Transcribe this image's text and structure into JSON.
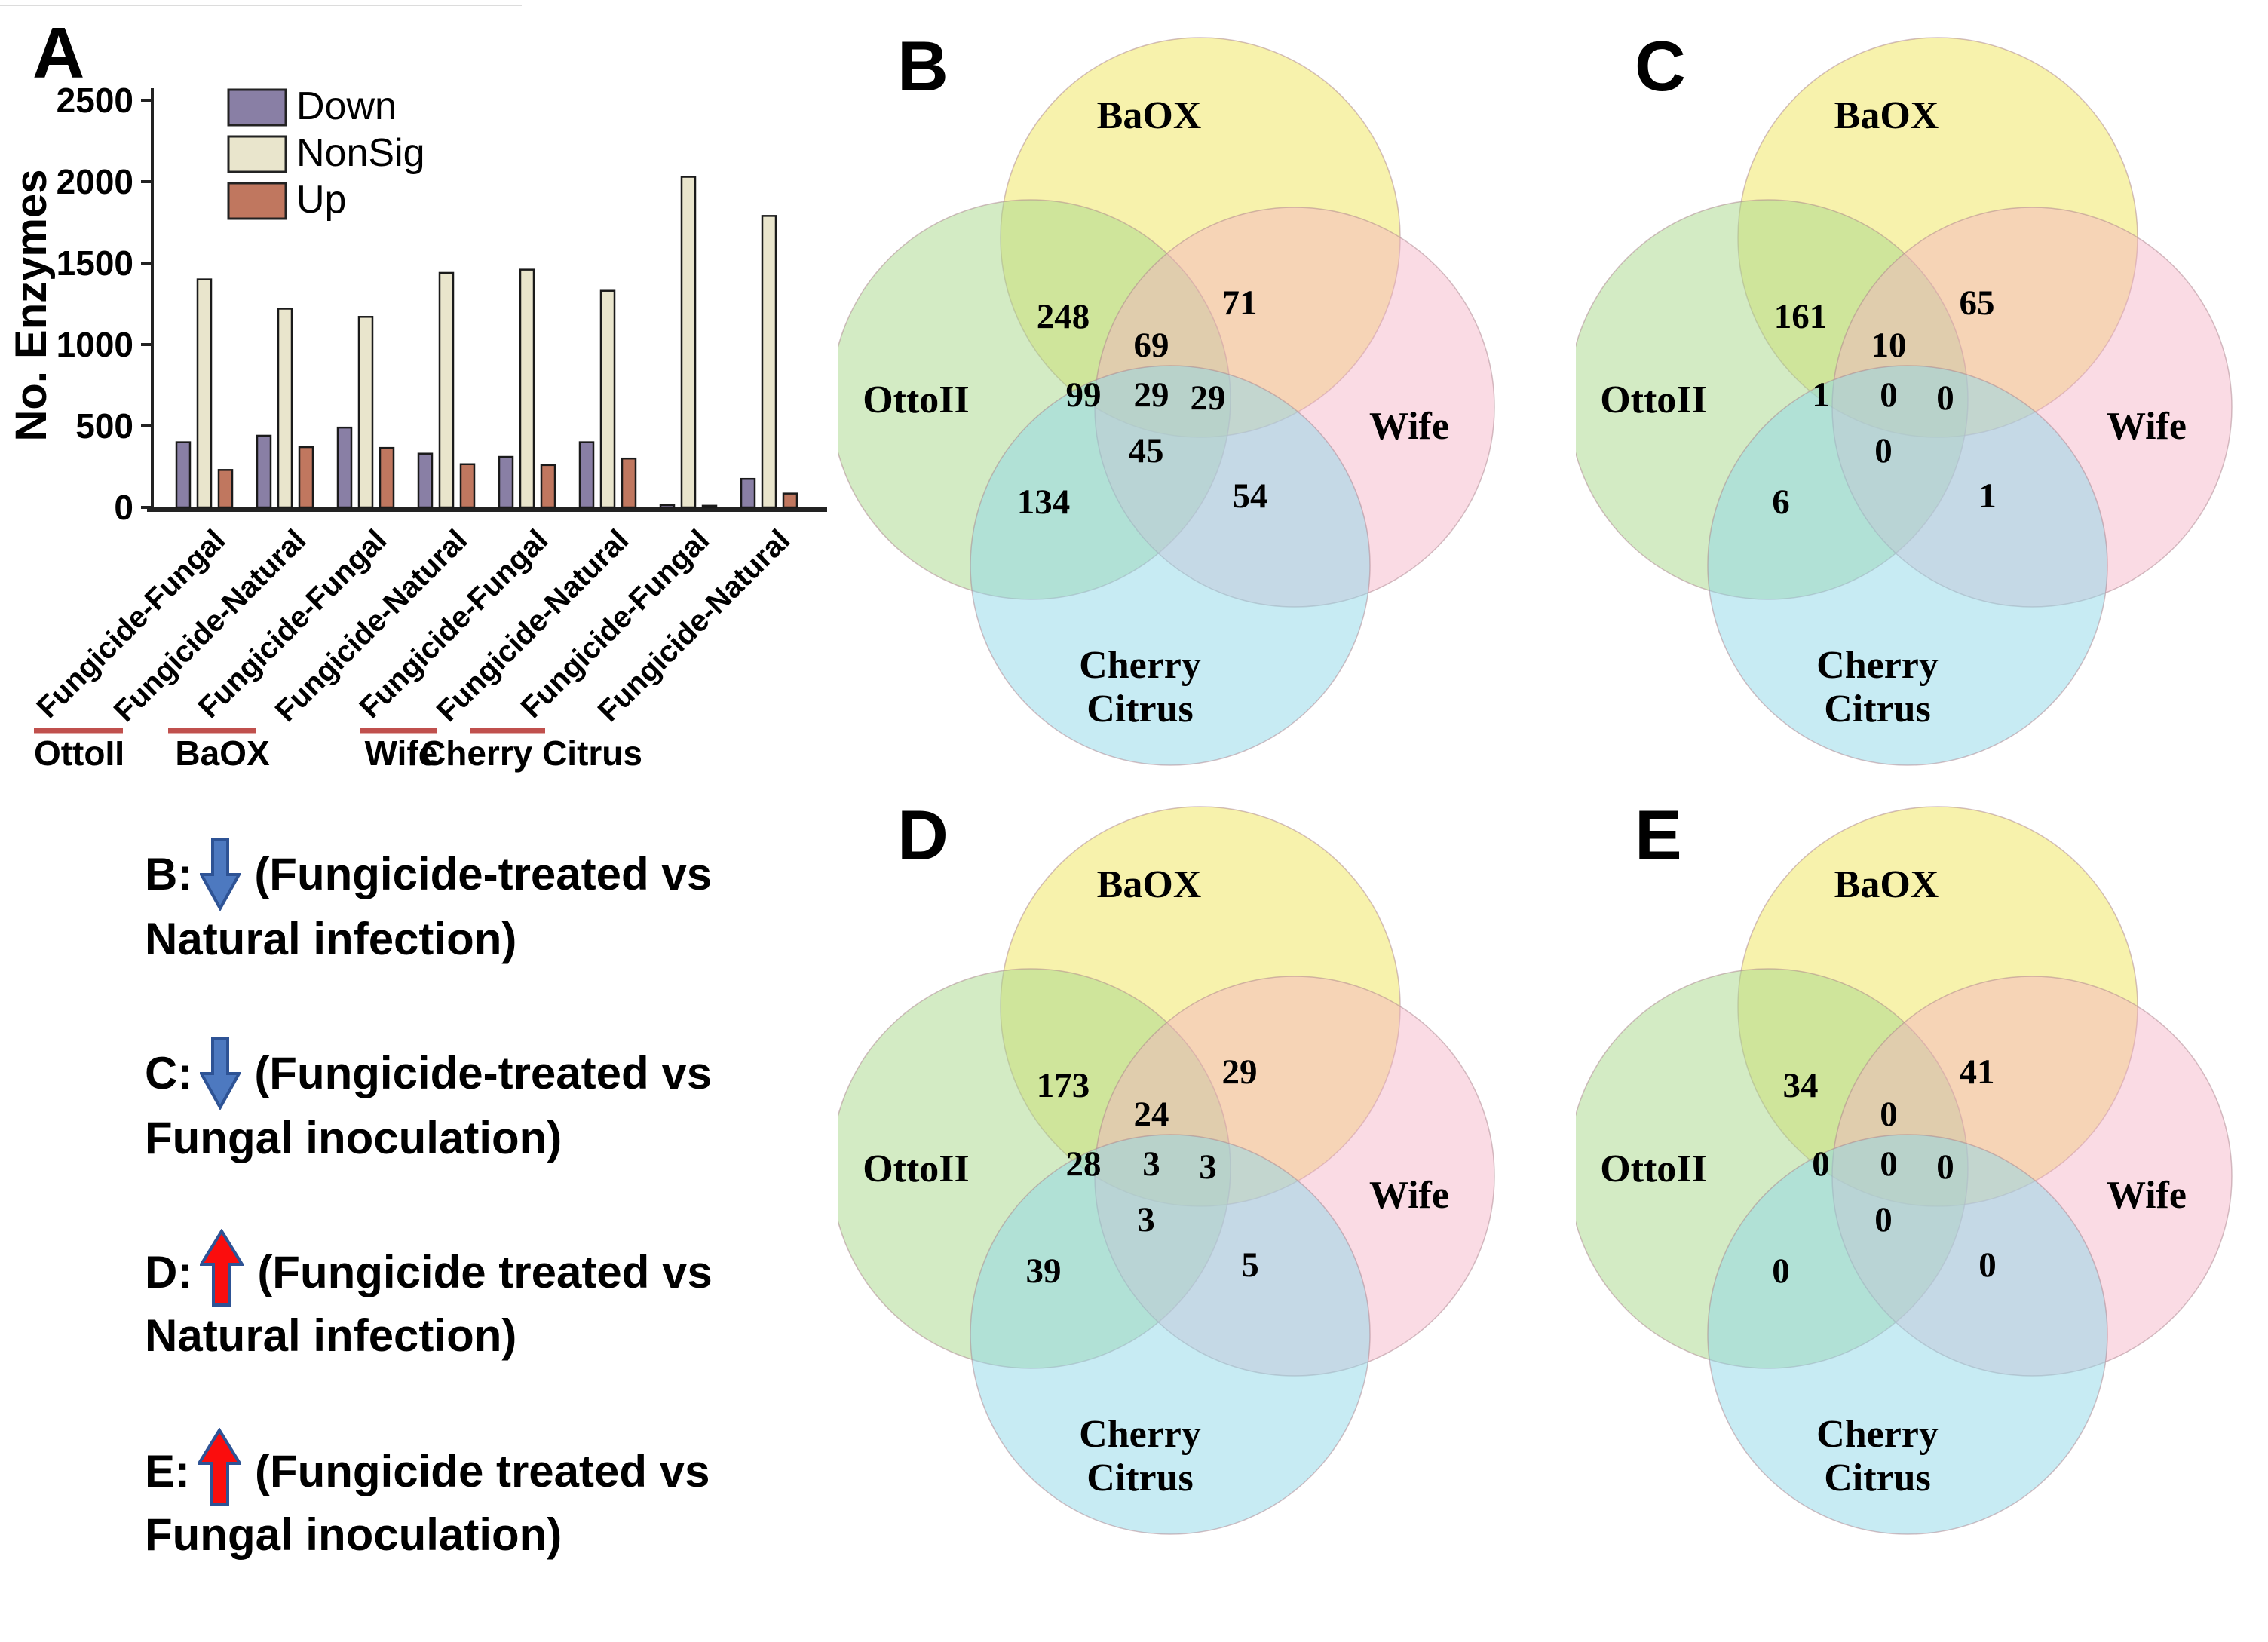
{
  "panel_a_letter": "A",
  "venn_colors": {
    "top": "#f0e868",
    "left": "#a8d88a",
    "right": "#f4afc4",
    "bottom": "#8fd8e8"
  },
  "caption": {
    "arrow_colors": {
      "down": "#4d79c0",
      "up": "#fb0d0d"
    },
    "entries": [
      {
        "key": "B:",
        "arrow": "down",
        "line1": "(Fungicide-treated vs",
        "line2": "Natural infection)"
      },
      {
        "key": "C:",
        "arrow": "down",
        "line1": "(Fungicide-treated vs",
        "line2": "Fungal inoculation)"
      },
      {
        "key": "D:",
        "arrow": "up",
        "line1": "(Fungicide treated vs",
        "line2": "Natural infection)"
      },
      {
        "key": "E:",
        "arrow": "up",
        "line1": "(Fungicide treated vs",
        "line2": "Fungal inoculation)"
      }
    ]
  },
  "chart_data": [
    {
      "type": "bar",
      "panel": "A",
      "ylabel": "No. Enzymes",
      "ylim": [
        0,
        2500
      ],
      "yticks": [
        0,
        500,
        1000,
        1500,
        2000,
        2500
      ],
      "grid": false,
      "legend_position": "top-left",
      "categories": [
        "Fungicide-Fungal",
        "Fungicide-Natural",
        "Fungicide-Fungal",
        "Fungicide-Natural",
        "Fungicide-Fungal",
        "Fungicide-Natural",
        "Fungicide-Fungal",
        "Fungicide-Natural"
      ],
      "group_labels": [
        "OttoII",
        "BaOX",
        "Wife",
        "Cherry Citrus"
      ],
      "underline_color": "#c0504d",
      "series": [
        {
          "name": "Down",
          "color": "#897fa5",
          "values": [
            400,
            440,
            490,
            330,
            310,
            400,
            15,
            175
          ]
        },
        {
          "name": "NonSig",
          "color": "#e9e5cc",
          "values": [
            1400,
            1220,
            1170,
            1440,
            1460,
            1330,
            2030,
            1790
          ]
        },
        {
          "name": "Up",
          "color": "#c0775f",
          "values": [
            230,
            370,
            365,
            265,
            260,
            300,
            10,
            85
          ]
        }
      ]
    },
    {
      "type": "venn",
      "panel": "B",
      "sets": {
        "top": "BaOX",
        "left": "OttoII",
        "right": "Wife",
        "bottom_lines": [
          "Cherry",
          "Citrus"
        ]
      },
      "regions": {
        "top_left": 248,
        "top_right": 71,
        "upper_center": 69,
        "mid_left": 99,
        "center": 29,
        "mid_right": 29,
        "lower_center": 45,
        "bottom_left": 134,
        "bottom_right": 54
      }
    },
    {
      "type": "venn",
      "panel": "C",
      "sets": {
        "top": "BaOX",
        "left": "OttoII",
        "right": "Wife",
        "bottom_lines": [
          "Cherry",
          "Citrus"
        ]
      },
      "regions": {
        "top_left": 161,
        "top_right": 65,
        "upper_center": 10,
        "mid_left": 1,
        "center": 0,
        "mid_right": 0,
        "lower_center": 0,
        "bottom_left": 6,
        "bottom_right": 1
      }
    },
    {
      "type": "venn",
      "panel": "D",
      "sets": {
        "top": "BaOX",
        "left": "OttoII",
        "right": "Wife",
        "bottom_lines": [
          "Cherry",
          "Citrus"
        ]
      },
      "regions": {
        "top_left": 173,
        "top_right": 29,
        "upper_center": 24,
        "mid_left": 28,
        "center": 3,
        "mid_right": 3,
        "lower_center": 3,
        "bottom_left": 39,
        "bottom_right": 5
      }
    },
    {
      "type": "venn",
      "panel": "E",
      "sets": {
        "top": "BaOX",
        "left": "OttoII",
        "right": "Wife",
        "bottom_lines": [
          "Cherry",
          "Citrus"
        ]
      },
      "regions": {
        "top_left": 34,
        "top_right": 41,
        "upper_center": 0,
        "mid_left": 0,
        "center": 0,
        "mid_right": 0,
        "lower_center": 0,
        "bottom_left": 0,
        "bottom_right": 0
      }
    }
  ]
}
